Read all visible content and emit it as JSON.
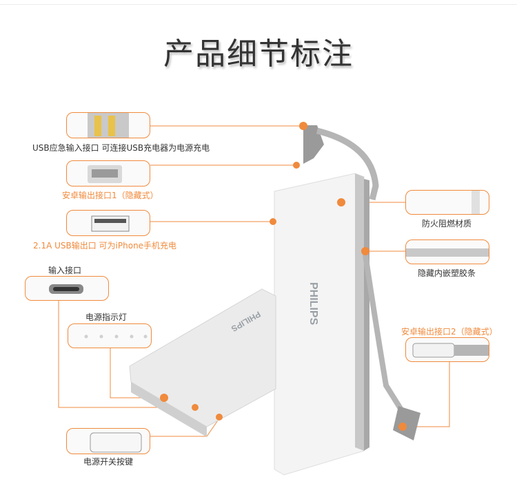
{
  "title": "产品细节标注",
  "labels": {
    "usb_input": "USB应急输入接口 可连接USB充电器为电源充电",
    "android1": "安卓输出接口1（隐藏式）",
    "usb_output": "2.1A USB输出口 可为iPhone手机充电",
    "input_port": "输入接口",
    "indicator": "电源指示灯",
    "power_key": "电源开关按键",
    "fireproof": "防火阻燃材质",
    "hidden_cable": "隐藏内嵌塑胶条",
    "android2": "安卓输出接口2（隐藏式）"
  },
  "brand": "PHILIPS",
  "colors": {
    "accent": "#f08a3c",
    "line": "#f08a3c",
    "text": "#333333"
  }
}
